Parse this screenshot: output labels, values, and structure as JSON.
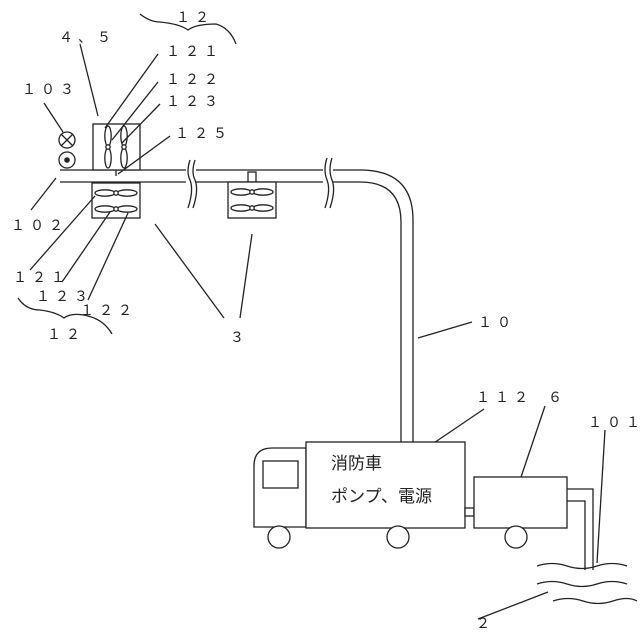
{
  "labels": {
    "l12_top": "１２",
    "l4_5": "４、５",
    "l121_top": "１２１",
    "l122_top": "１２２",
    "l123_top": "１２３",
    "l125": "１２５",
    "l103": "１０３",
    "l102": "１０２",
    "l121_bot": "１２１",
    "l123_bot": "１２３",
    "l122_bot": "１２２",
    "l12_bot": "１２",
    "l3": "３",
    "l10": "１０",
    "l112": "１１２",
    "l6": "６",
    "l101": "１０１",
    "l2": "２"
  },
  "truck": {
    "line1": "消防車",
    "line2": "ポンプ、電源"
  }
}
